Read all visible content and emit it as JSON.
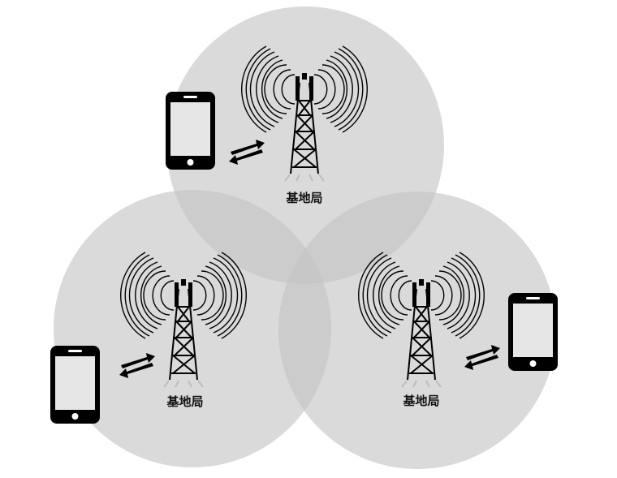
{
  "diagram": {
    "colors": {
      "coverage": "#cfcfcf",
      "ink": "#000000",
      "screen": "#e6e6e6"
    },
    "cells": [
      {
        "label": "基地局",
        "has_phone": true
      },
      {
        "label": "基地局",
        "has_phone": true
      },
      {
        "label": "基地局",
        "has_phone": true
      }
    ]
  }
}
